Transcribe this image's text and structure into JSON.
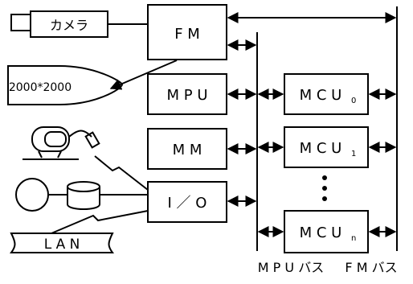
{
  "labels": {
    "camera": "カメラ",
    "display": "2000*2000",
    "fm": "F M",
    "mpu": "M P U",
    "mm": "M M",
    "io": "I ／ O",
    "lan": "L A N",
    "mcu_base": "M C U",
    "mcu0_sub": "0",
    "mcu1_sub": "1",
    "mcun_sub": "n",
    "mpu_bus": "M P U バス",
    "fm_bus": "F M バス"
  }
}
